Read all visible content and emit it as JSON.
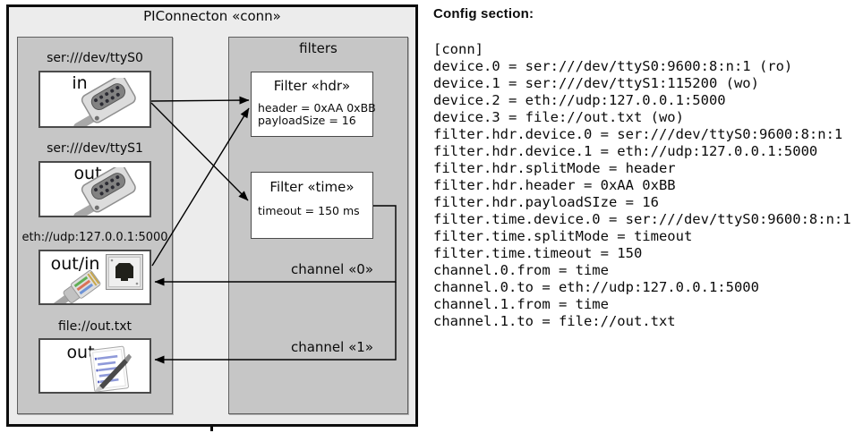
{
  "diagram": {
    "title": "PIConnecton «conn»",
    "devices_panel": {
      "devices": [
        {
          "label": "ser:///dev/ttyS0",
          "mode": "in",
          "icon": "serial-port-icon"
        },
        {
          "label": "ser:///dev/ttyS1",
          "mode": "out",
          "icon": "serial-port-icon"
        },
        {
          "label": "eth://udp:127.0.0.1:5000",
          "mode": "out/in",
          "icon": "ethernet-icon"
        },
        {
          "label": "file://out.txt",
          "mode": "out",
          "icon": "notepad-file-icon"
        }
      ]
    },
    "filters_panel": {
      "title": "filters",
      "filters": [
        {
          "title": "Filter «hdr»",
          "attributes": [
            "header = 0xAA 0xBB",
            "payloadSize = 16"
          ]
        },
        {
          "title": "Filter «time»",
          "attributes": [
            "timeout = 150 ms"
          ]
        }
      ],
      "channels": [
        {
          "label": "channel «0»"
        },
        {
          "label": "channel «1»"
        }
      ]
    },
    "colors": {
      "outer_background": "#ececec",
      "panel_background": "#c6c6c6",
      "box_background": "#ffffff",
      "line_color": "#000000"
    }
  },
  "config": {
    "heading": "Config section:",
    "lines": [
      "[conn]",
      "device.0 = ser:///dev/ttyS0:9600:8:n:1 (ro)",
      "device.1 = ser:///dev/ttyS1:115200 (wo)",
      "device.2 = eth://udp:127.0.0.1:5000",
      "device.3 = file://out.txt (wo)",
      "filter.hdr.device.0 = ser:///dev/ttyS0:9600:8:n:1",
      "filter.hdr.device.1 = eth://udp:127.0.0.1:5000",
      "filter.hdr.splitMode = header",
      "filter.hdr.header = 0xAA 0xBB",
      "filter.hdr.payloadSIze = 16",
      "filter.time.device.0 = ser:///dev/ttyS0:9600:8:n:1",
      "filter.time.splitMode = timeout",
      "filter.time.timeout = 150",
      "channel.0.from = time",
      "channel.0.to = eth://udp:127.0.0.1:5000",
      "channel.1.from = time",
      "channel.1.to = file://out.txt"
    ]
  }
}
